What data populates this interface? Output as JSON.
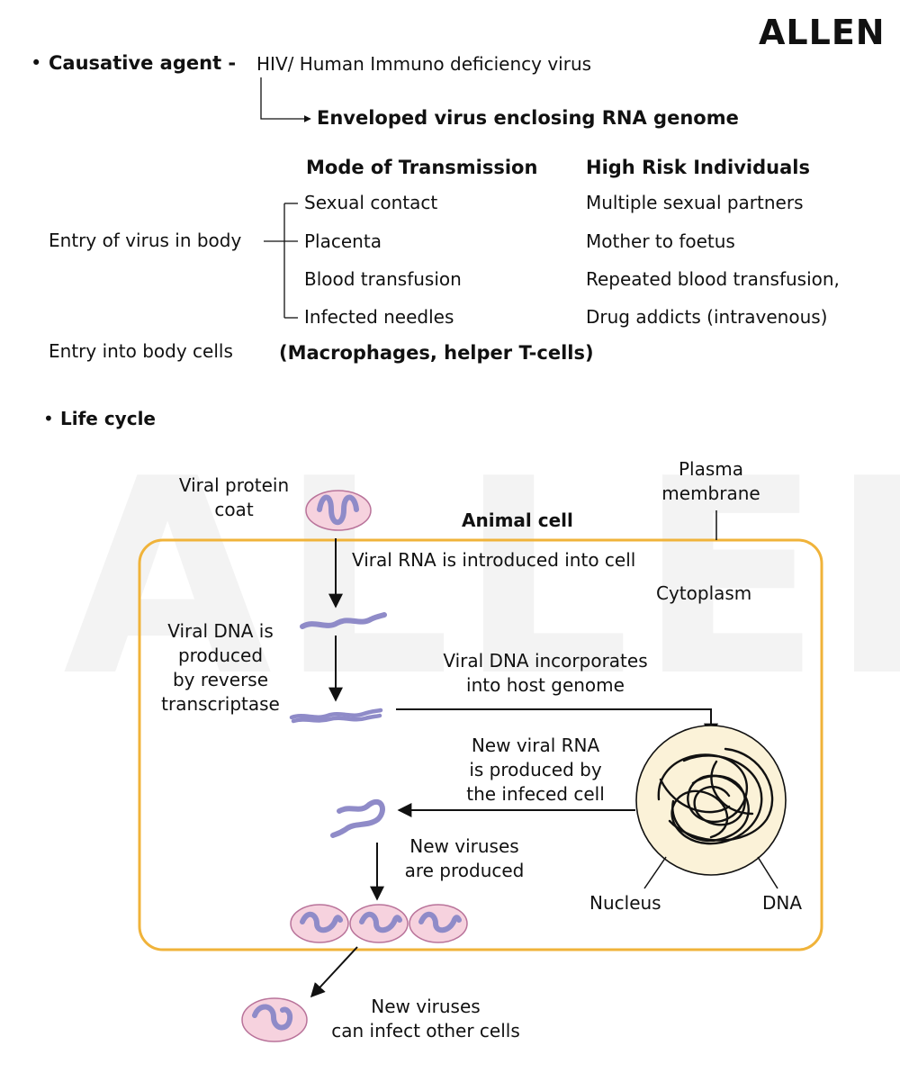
{
  "brand": "ALLEN",
  "causative": {
    "bullet": "•",
    "label": "Causative agent -",
    "text": "HIV/ Human Immuno deficiency virus",
    "detail": "Enveloped virus enclosing RNA genome"
  },
  "transmission": {
    "header_mode": "Mode of Transmission",
    "header_risk": "High Risk Individuals",
    "entry_label": "Entry of virus in body",
    "rows": [
      {
        "mode": "Sexual contact",
        "risk": "Multiple sexual partners"
      },
      {
        "mode": "Placenta",
        "risk": "Mother to foetus"
      },
      {
        "mode": "Blood transfusion",
        "risk": "Repeated blood transfusion,"
      },
      {
        "mode": "Infected needles",
        "risk": "Drug addicts (intravenous)"
      }
    ],
    "cells_label": "Entry into body cells",
    "cells_value": "(Macrophages, helper T-cells)"
  },
  "life_cycle": {
    "bullet": "•",
    "title": "Life cycle",
    "labels": {
      "protein_coat_1": "Viral protein",
      "protein_coat_2": "coat",
      "plasma_1": "Plasma",
      "plasma_2": "membrane",
      "animal_cell": "Animal cell",
      "rna_introduced": "Viral RNA is introduced into cell",
      "cytoplasm": "Cytoplasm",
      "dna_produced_1": "Viral DNA is",
      "dna_produced_2": "produced",
      "dna_produced_3": "by reverse",
      "dna_produced_4": "transcriptase",
      "incorporates_1": "Viral DNA incorporates",
      "incorporates_2": "into host genome",
      "new_rna_1": "New viral RNA",
      "new_rna_2": "is produced by",
      "new_rna_3": "the infeced cell",
      "new_viruses_1": "New viruses",
      "new_viruses_2": "are produced",
      "nucleus": "Nucleus",
      "dna": "DNA",
      "infect_1": "New viruses",
      "infect_2": "can infect other cells"
    },
    "colors": {
      "cell_border": "#f0b33a",
      "nucleus_fill": "#fbf2d8",
      "virus_fill": "#f6d2de",
      "virus_edge": "#b9739a",
      "rna_strand": "#8f8bc8"
    }
  }
}
